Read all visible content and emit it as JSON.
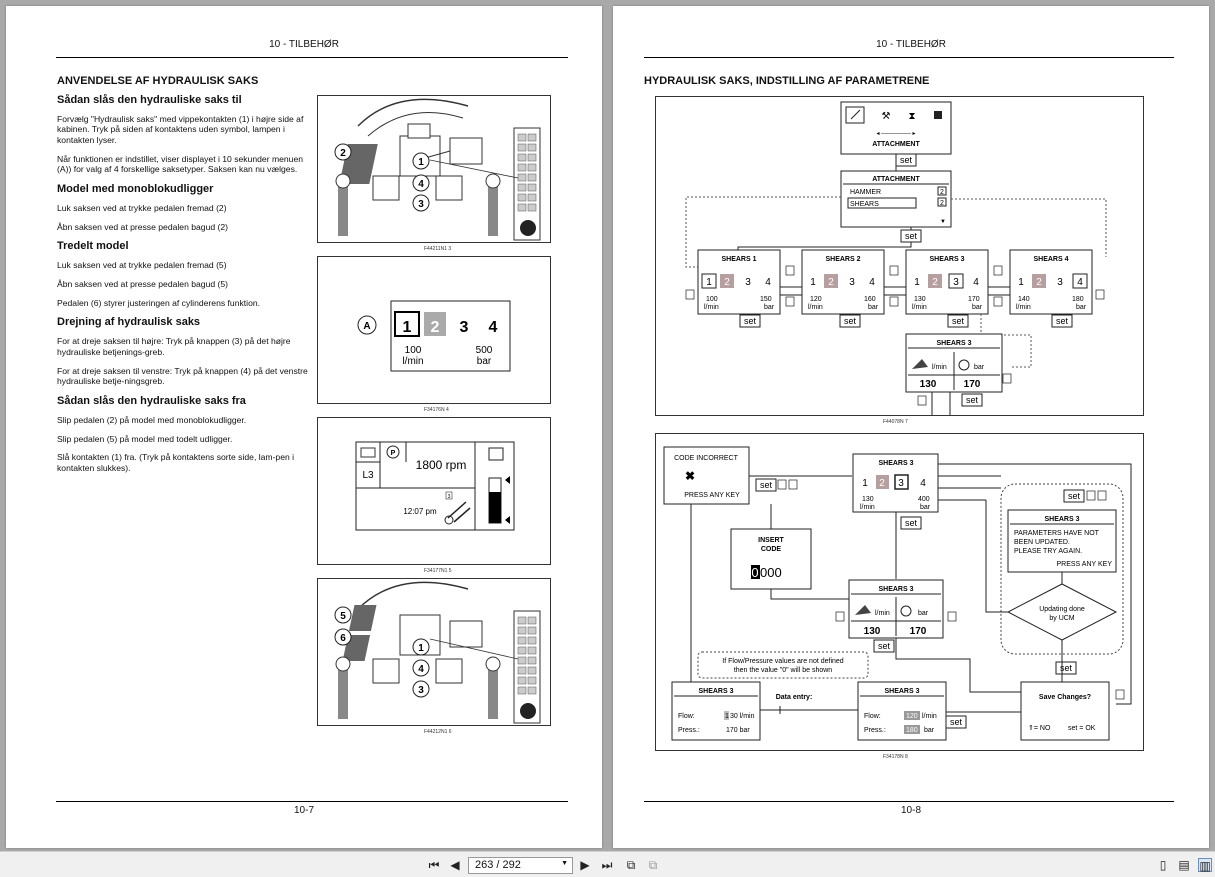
{
  "left_page": {
    "header": "10 - TILBEHØR",
    "footer": "10-7",
    "title": "ANVENDELSE AF HYDRAULISK SAKS",
    "sections": [
      {
        "heading": "Sådan slås den hydrauliske saks til",
        "paragraphs": [
          "Forvælg \"Hydraulisk saks\" med vippekontakten (1) i højre side af kabinen. Tryk på siden af kontaktens uden symbol, lampen i kontakten lyser.",
          "Når funktionen er indstillet, viser displayet i 10 sekunder menuen (A)) for valg af 4 forskellige saksetyper. Saksen kan nu vælges."
        ]
      },
      {
        "heading": "Model med monoblokudligger",
        "paragraphs": [
          "Luk saksen ved at trykke pedalen fremad (2)",
          "Åbn saksen ved at presse pedalen bagud (2)"
        ]
      },
      {
        "heading": "Tredelt model",
        "paragraphs": [
          "Luk saksen ved at trykke pedalen fremad (5)",
          "Åbn saksen ved at presse pedalen bagud (5)",
          "Pedalen (6) styrer justeringen af cylinderens funktion."
        ]
      },
      {
        "heading": "Drejning af hydraulisk saks",
        "paragraphs": [
          "For at dreje saksen til højre: Tryk på knappen (3) på det højre hydrauliske betjenings-greb.",
          "For at dreje saksen til venstre: Tryk på knappen (4) på det venstre hydrauliske betje-ningsgreb."
        ]
      },
      {
        "heading": "Sådan slås den hydrauliske saks fra",
        "paragraphs": [
          "Slip pedalen (2) på model med monoblokudligger.",
          "Slip pedalen (5) på model med todelt udligger.",
          "Slå kontakten (1) fra. (Tryk på kontaktens sorte side, lam-pen i kontakten slukkes)."
        ]
      }
    ],
    "fig3": {
      "caption": "F44211N1   3",
      "labels": [
        "1",
        "2",
        "3",
        "4"
      ]
    },
    "fig4": {
      "caption": "F34176N   4",
      "label": "A",
      "nums": [
        "1",
        "2",
        "3",
        "4"
      ],
      "flow": "100",
      "flow_unit": "l/min",
      "press": "500",
      "press_unit": "bar"
    },
    "fig5": {
      "caption": "F34177N1   5",
      "mode": "L3",
      "rpm": "1800 rpm",
      "time": "12:07 pm",
      "p": "P",
      "small": "3"
    },
    "fig6": {
      "caption": "F44212N1   6",
      "labels": [
        "5",
        "6",
        "1",
        "4",
        "3"
      ]
    }
  },
  "right_page": {
    "header": "10 - TILBEHØR",
    "footer": "10-8",
    "title": "HYDRAULISK SAKS, INDSTILLING AF PARAMETRENE",
    "fig7": {
      "caption": "F44078N   7",
      "attachment_label": "ATTACHMENT",
      "menu_title": "ATTACHMENT",
      "menu_items": [
        "HAMMER",
        "SHEARS"
      ],
      "menu_nums": [
        "2",
        "2"
      ],
      "set": "set",
      "shears": [
        {
          "title": "SHEARS 1",
          "flow": "100",
          "press": "150"
        },
        {
          "title": "SHEARS 2",
          "flow": "120",
          "press": "160"
        },
        {
          "title": "SHEARS 3",
          "flow": "130",
          "press": "170"
        },
        {
          "title": "SHEARS 4",
          "flow": "140",
          "press": "180"
        }
      ],
      "nums": [
        "1",
        "2",
        "3",
        "4"
      ],
      "lmin": "l/min",
      "bar": "bar",
      "detail": {
        "title": "SHEARS 3",
        "flow": "130",
        "press": "170",
        "lmin": "l/min",
        "bar": "bar"
      }
    },
    "fig8": {
      "caption": "F34178N   8",
      "code_incorrect": "CODE INCORRECT",
      "press_any_key": "PRESS ANY KEY",
      "insert_code": [
        "INSERT",
        "CODE"
      ],
      "code_first": "0",
      "code_rest": "000",
      "shears_top": {
        "title": "SHEARS 3",
        "flow": "130",
        "press": "400",
        "lmin": "l/min",
        "bar": "bar"
      },
      "shears_mid": {
        "title": "SHEARS 3",
        "flow": "130",
        "press": "170",
        "lmin": "l/min",
        "bar": "bar"
      },
      "param_msg": {
        "title": "SHEARS 3",
        "lines": [
          "PARAMETERS HAVE NOT",
          "BEEN UPDATED.",
          "PLEASE TRY AGAIN."
        ],
        "key": "PRESS ANY KEY"
      },
      "updating": [
        "Updating done",
        "by UCM"
      ],
      "note": [
        "If Flow/Pressure values are not defined",
        "then the value \"0\" will be shown"
      ],
      "data_entry": "Data entry:",
      "entry1": {
        "title": "SHEARS 3",
        "flow_label": "Flow:",
        "flow_first": "1",
        "flow_value": "30 l/min",
        "press_label": "Press.:",
        "press_value": "170  bar"
      },
      "entry2": {
        "title": "SHEARS 3",
        "flow_label": "Flow:",
        "flow_value": "120",
        "flow_unit": "l/min",
        "press_label": "Press.:",
        "press_value": "180",
        "press_unit": "bar"
      },
      "save": {
        "title": "Save Changes?",
        "no": "⇑= NO",
        "ok": "set = OK"
      },
      "set": "set"
    }
  },
  "toolbar": {
    "page_indicator": "263 / 292"
  }
}
